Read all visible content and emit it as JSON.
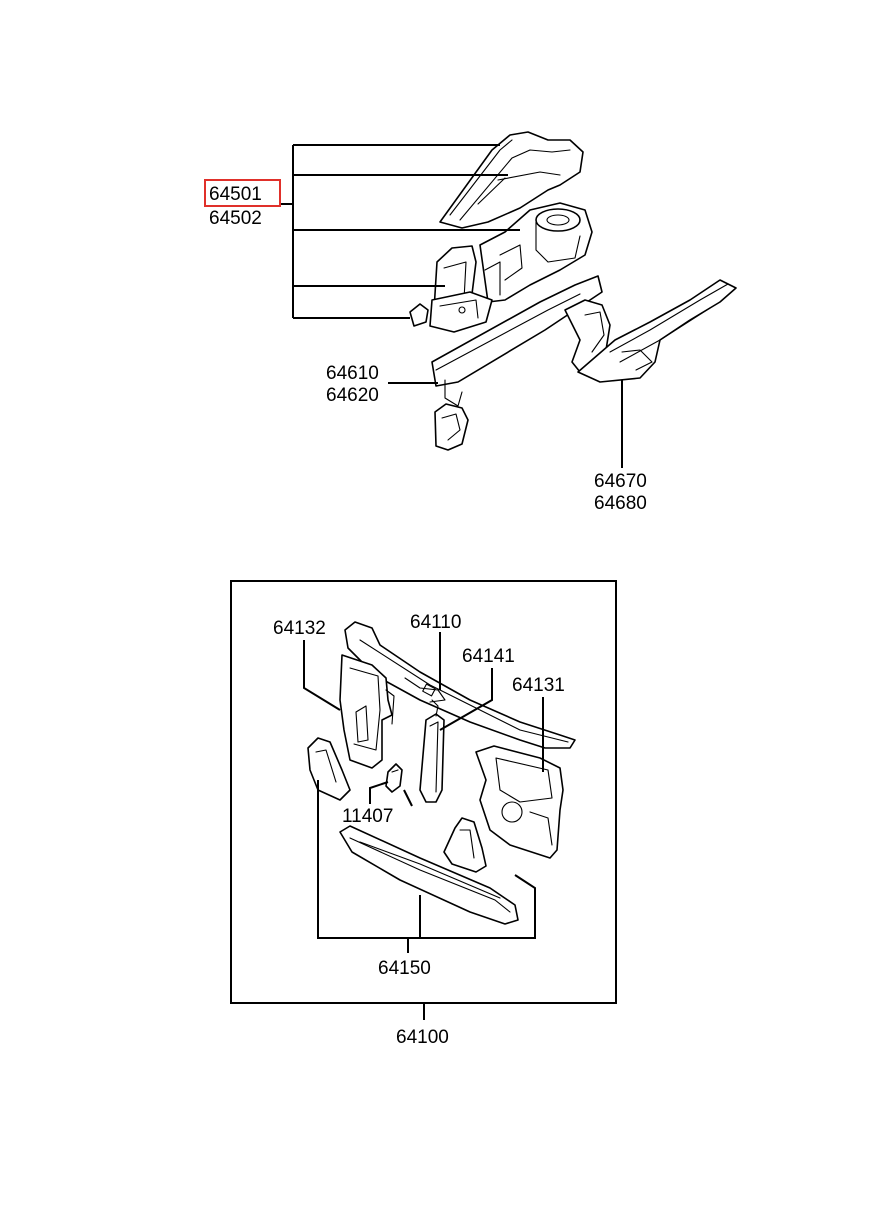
{
  "labels": {
    "p64501": "64501",
    "p64502": "64502",
    "p64610": "64610",
    "p64620": "64620",
    "p64670": "64670",
    "p64680": "64680",
    "p64132": "64132",
    "p64110": "64110",
    "p64141": "64141",
    "p64131": "64131",
    "p11407": "11407",
    "p64150": "64150",
    "p64100": "64100"
  },
  "highlight_color": "#e0302a"
}
